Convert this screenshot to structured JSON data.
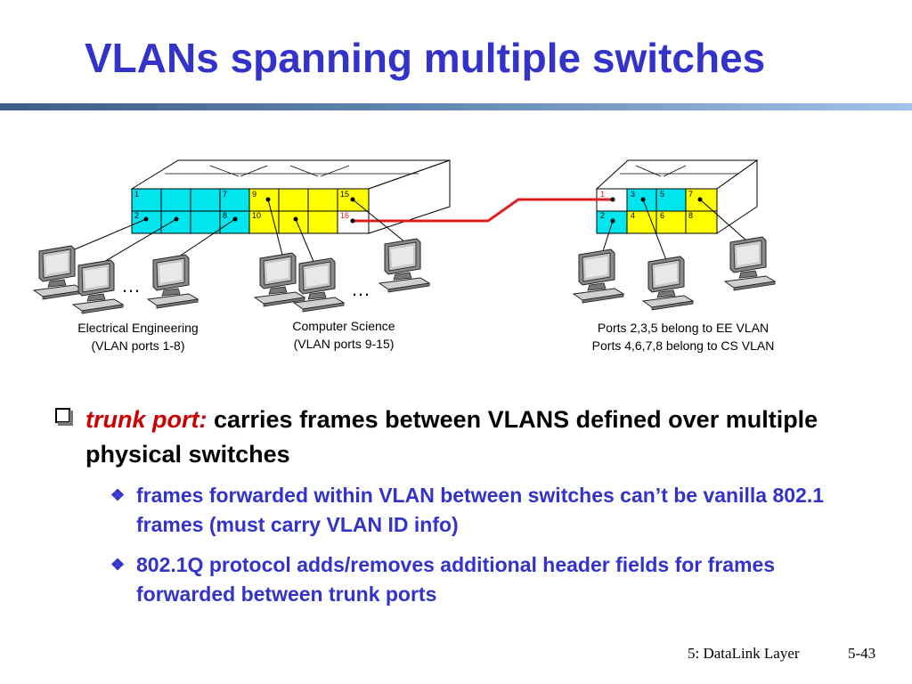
{
  "slide": {
    "title": "VLANs spanning multiple switches"
  },
  "colors": {
    "title": "#3333cc",
    "ee_port": "#00e5ee",
    "cs_port": "#ffff00",
    "trunk": "#e02020",
    "bullet_sub": "#3333cc",
    "keyword": "#cc0000"
  },
  "diagram": {
    "switch_left": {
      "ports_top": [
        "1",
        "",
        "",
        "7",
        "9",
        "",
        "",
        "15"
      ],
      "ports_bottom": [
        "2",
        "",
        "",
        "8",
        "10",
        "",
        "",
        "16"
      ]
    },
    "switch_right": {
      "ports_top": [
        "1",
        "3",
        "5",
        "7"
      ],
      "ports_bottom": [
        "2",
        "4",
        "6",
        "8"
      ]
    },
    "ellipsis_left": "…",
    "ellipsis_right": "…",
    "caption_ee_line1": "Electrical Engineering",
    "caption_ee_line2": "(VLAN ports 1-8)",
    "caption_cs_line1": "Computer Science",
    "caption_cs_line2": "(VLAN ports 9-15)",
    "caption_right_line1": "Ports 2,3,5 belong to EE VLAN",
    "caption_right_line2": "Ports 4,6,7,8 belong to CS VLAN"
  },
  "bullets": {
    "main_keyword": "trunk port:",
    "main_text": " carries frames between VLANS defined over multiple physical switches",
    "sub1": "frames forwarded within VLAN between switches can’t be vanilla 802.1 frames (must carry VLAN ID info)",
    "sub2": "802.1Q protocol adds/removes additional header fields for frames forwarded between trunk ports"
  },
  "footer": {
    "chapter": "5: DataLink Layer",
    "page": "5-43"
  }
}
